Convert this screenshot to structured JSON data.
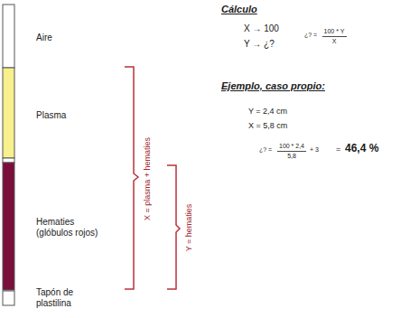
{
  "diagram": {
    "labels": [
      "Aire",
      "Plasma",
      "Hematies (glóbulos rojos)",
      "Tapón de plastilina",
      "X = plasma + hematies",
      "Y = hematies",
      "Cálculo",
      "X → 100",
      "Y → ¿?",
      "¿? =",
      "100 * Y",
      "X",
      "Ejemplo, caso propio:",
      "Y = 2,4 cm",
      "X = 5,8 cm",
      "¿? =",
      "100 * 2,4",
      "5,8",
      "+ 3",
      "=",
      "46,4 %"
    ]
  }
}
